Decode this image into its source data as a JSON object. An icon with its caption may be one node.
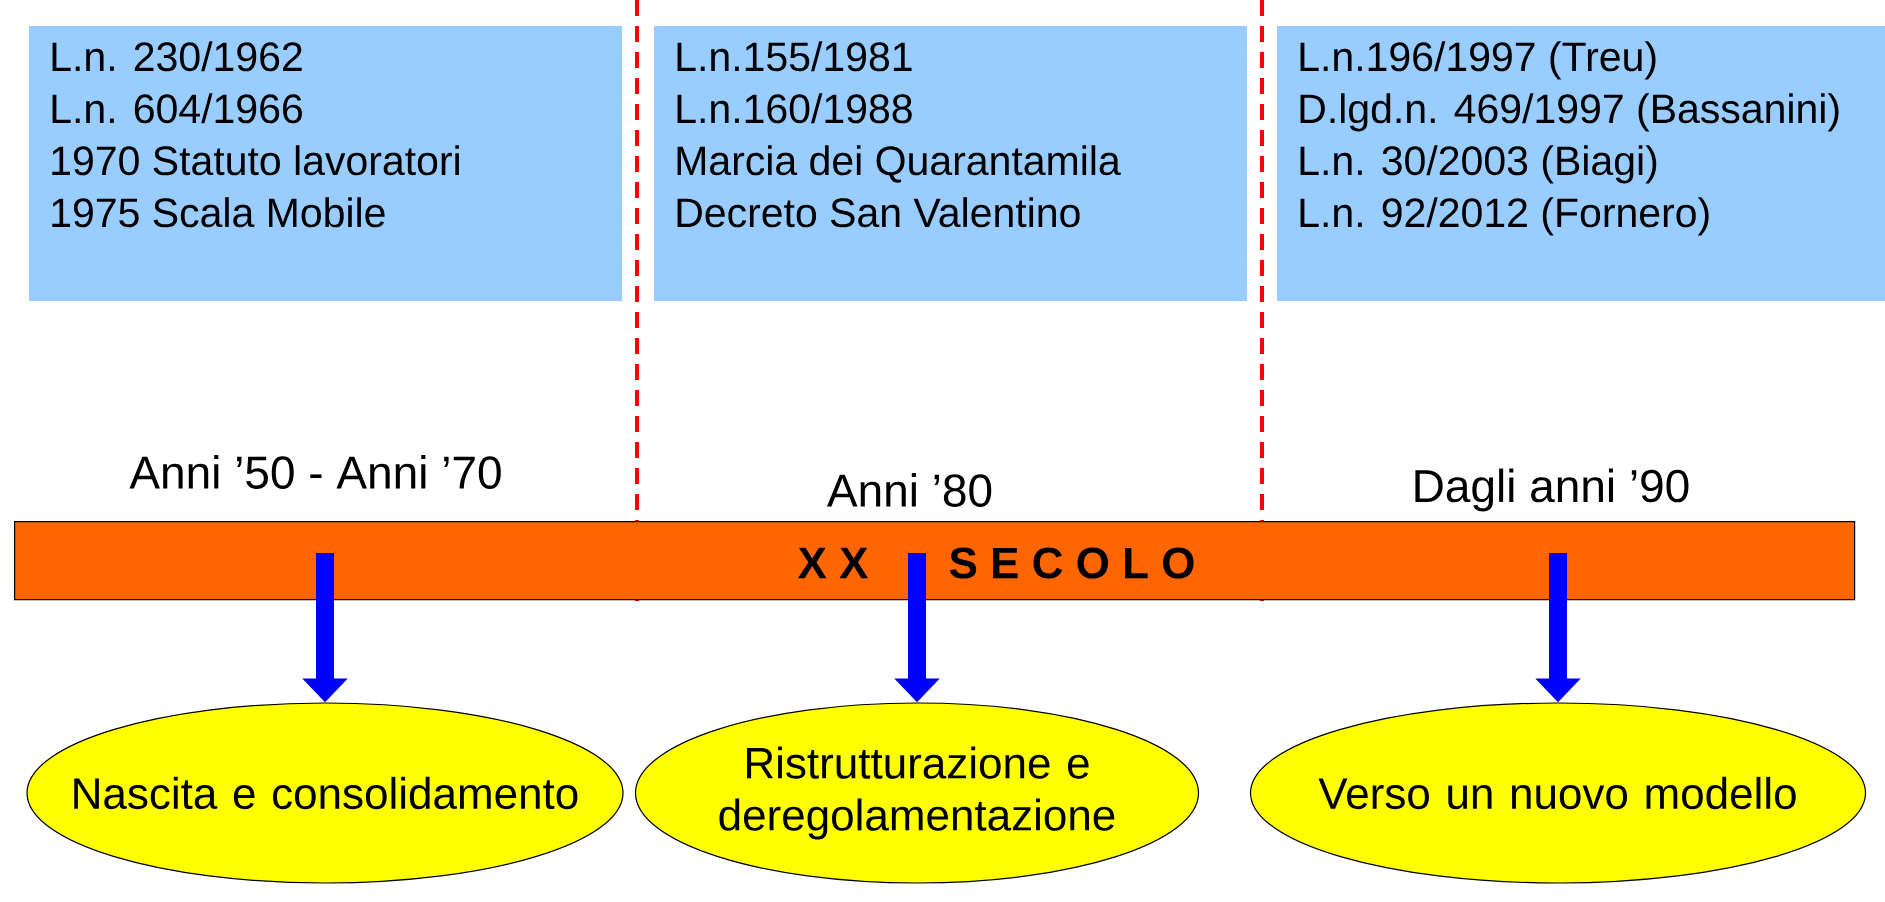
{
  "diagram": {
    "nodes": [
      {
        "text": [
          "L.n. 230/1962",
          "L.n. 604/1966",
          "1970 Statuto lavoratori",
          "1975 Scala Mobile"
        ]
      },
      {
        "text": [
          "L.n.155/1981",
          "L.n.160/1988",
          "Marcia dei Quarantamila",
          "Decreto San Valentino"
        ]
      },
      {
        "text": [
          "L.n.196/1997 (Treu)",
          "D.lgd.n. 469/1997 (Bassanini)",
          "L.n. 30/2003 (Biagi)",
          "L.n. 92/2012 (Fornero)"
        ]
      },
      {
        "text": [
          "X X",
          "S E C O L O"
        ]
      },
      {
        "text": [
          "Nascita e consolidamento"
        ]
      },
      {
        "text": [
          "Ristrutturazione e deregolamentazione"
        ]
      },
      {
        "text": [
          "Verso un nuovo modello"
        ]
      }
    ],
    "edges": [
      {
        "from": 3,
        "to": 4,
        "arrow": "to",
        "color": "#0000ff"
      },
      {
        "from": 3,
        "to": 5,
        "arrow": "to",
        "color": "#0000ff"
      },
      {
        "from": 3,
        "to": 6,
        "arrow": "to",
        "color": "#0000ff"
      }
    ],
    "labels": [
      "Anni ’50 - Anni ’70",
      "Anni ’80",
      "Dagli anni ’90"
    ]
  }
}
